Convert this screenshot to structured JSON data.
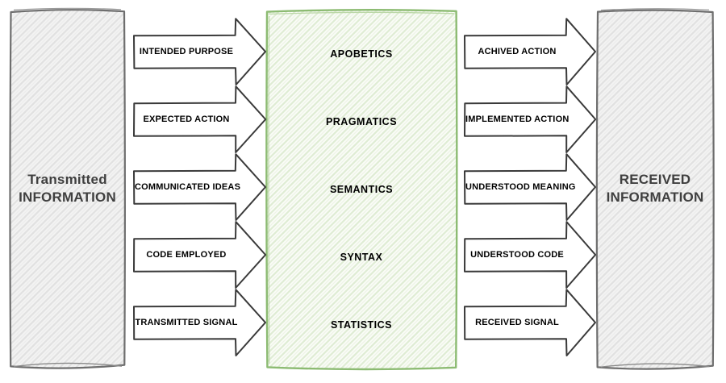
{
  "diagram": {
    "source_box": {
      "line1": "Transmitted",
      "line2": "INFORMATION"
    },
    "target_box": {
      "line1": "RECEIVED",
      "line2": "INFORMATION"
    },
    "levels": [
      "APOBETICS",
      "PRAGMATICS",
      "SEMANTICS",
      "SYNTAX",
      "STATISTICS"
    ],
    "left_arrows": [
      "INTENDED PURPOSE",
      "EXPECTED ACTION",
      "COMMUNICATED IDEAS",
      "CODE EMPLOYED",
      "TRANSMITTED SIGNAL"
    ],
    "right_arrows": [
      "ACHIVED ACTION",
      "IMPLEMENTED ACTION",
      "UNDERSTOOD MEANING",
      "UNDERSTOOD CODE",
      "RECEIVED SIGNAL"
    ],
    "colors": {
      "center_box_border": "#8cbb72",
      "center_box_hatch": "#e0edd6",
      "gray_box_border": "#6e6e6e",
      "gray_box_hatch": "#e1e1e1",
      "arrow_outline": "#3a3a3a",
      "arrow_fill": "#ffffff",
      "label_text": "#000000",
      "box_title_text": "#3f3f3f"
    }
  }
}
